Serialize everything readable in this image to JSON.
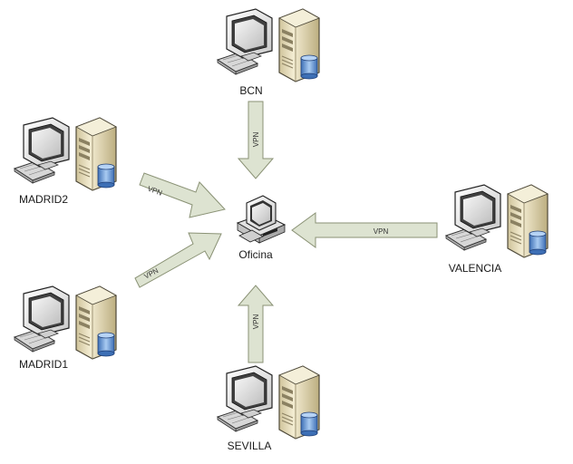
{
  "nodes": {
    "bcn": "BCN",
    "madrid2": "MADRID2",
    "madrid1": "MADRID1",
    "valencia": "VALENCIA",
    "sevilla": "SEVILLA",
    "office": "Oficina"
  },
  "links": {
    "bcn": "VPN",
    "madrid2": "VPN",
    "madrid1": "VPN",
    "valencia": "VPN",
    "sevilla": "VPN"
  },
  "colors": {
    "arrow_fill": "#dde3d1",
    "arrow_stroke": "#8a9275",
    "case": "#e5dbb2",
    "monitor": "#eeeeee",
    "db": "#6f9fd8"
  },
  "icons": {
    "branch": "workstation-and-server-icon",
    "office": "office-workstation-icon"
  }
}
